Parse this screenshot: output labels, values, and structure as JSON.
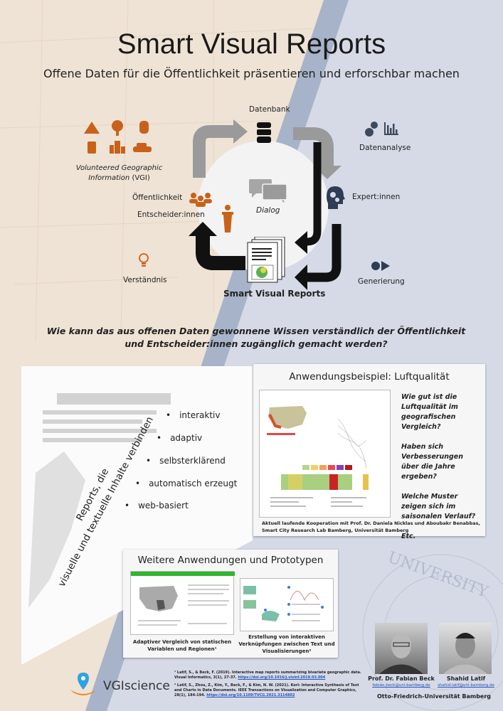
{
  "header": {
    "title": "Smart Visual Reports",
    "subtitle": "Offene Daten für die Öffentlichkeit präsentieren und erforschbar machen"
  },
  "diagram": {
    "database": "Datenbank",
    "vgi_line1": "Volunteered Geographic",
    "vgi_line2_italic": "Information",
    "vgi_line2_rest": " (VGI)",
    "public": "Öffentlichkeit",
    "decision_makers": "Entscheider:innen",
    "dialog": "Dialog",
    "data_analysis": "Datenanalyse",
    "experts": "Expert:innen",
    "understanding": "Verständnis",
    "generation": "Generierung",
    "reports": "Smart Visual Reports"
  },
  "question": {
    "line1": "Wie kann das aus offenen Daten gewonnene Wissen verständlich der Öffentlichkeit",
    "line2": "und Entscheider:innen zugänglich gemacht werden?"
  },
  "reports_panel": {
    "rotated_line1": "Reports, die",
    "rotated_line2": "visuelle und textuelle Inhalte verbinden",
    "bullets": [
      "interaktiv",
      "adaptiv",
      "selbsterklärend",
      "automatisch erzeugt",
      "web-basiert"
    ]
  },
  "example_card": {
    "title": "Anwendungsbeispiel: Luftqualität",
    "questions": [
      "Wie gut ist die Luftqualität im geografischen Vergleich?",
      "Haben sich Verbesserungen über die Jahre ergeben?",
      "Welche Muster zeigen sich im saisonalen Verlauf?",
      "Etc."
    ],
    "caption_line1": "Aktuell laufende Kooperation mit Prof. Dr. Daniela Nicklas und Aboubakr Benabbas,",
    "caption_line2": "Smart City Research Lab Bamberg, Universität Bamberg"
  },
  "prototypes_card": {
    "title": "Weitere Anwendungen und Prototypen",
    "items": [
      {
        "caption_line1": "Adaptiver Vergleich von statischen",
        "caption_line2": "Variablen und Regionen¹"
      },
      {
        "caption_line1": "Erstellung von interaktiven",
        "caption_line2": "Verknüpfungen zwischen Text und",
        "caption_line3": "Visualisierungen²"
      }
    ]
  },
  "references": [
    {
      "text": "¹ Latif, S., & Beck, F. (2019). Interactive map reports summarizing bivariate geographic data. Visual Informatics, 3(1), 27-37.",
      "url": "https://doi.org/10.1016/j.visinf.2019.03.004"
    },
    {
      "text": "² Latif, S., Zhou, Z., Kim, Y., Beck, F., & Kim, N. W. (2021). Kori: Interactive Synthesis of Text and Charts in Data Documents. IEEE Transactions on Visualization and Computer Graphics, 28(1), 184-194.",
      "url": "https://doi.org/10.1109/TVCG.2021.3114802"
    }
  ],
  "logo": {
    "text": "VGIscience"
  },
  "authors": [
    {
      "name": "Prof. Dr. Fabian Beck",
      "email": "fabian.beck@uni-bamberg.de"
    },
    {
      "name": "Shahid Latif",
      "email": "shahid.latif@uni-bamberg.de"
    }
  ],
  "university": "Otto-Friedrich-Universität Bamberg",
  "seal_text": "UNIVERSITY FRIEDRICH-UNIVERSITÄT BAMBERG",
  "colors": {
    "orange": "#c8621a",
    "beige": "#efe3d5",
    "blue_bg": "#d6dae6",
    "stripe": "#a7b3c9",
    "gray_arrow": "#9a9a9a",
    "dark": "#222833"
  }
}
